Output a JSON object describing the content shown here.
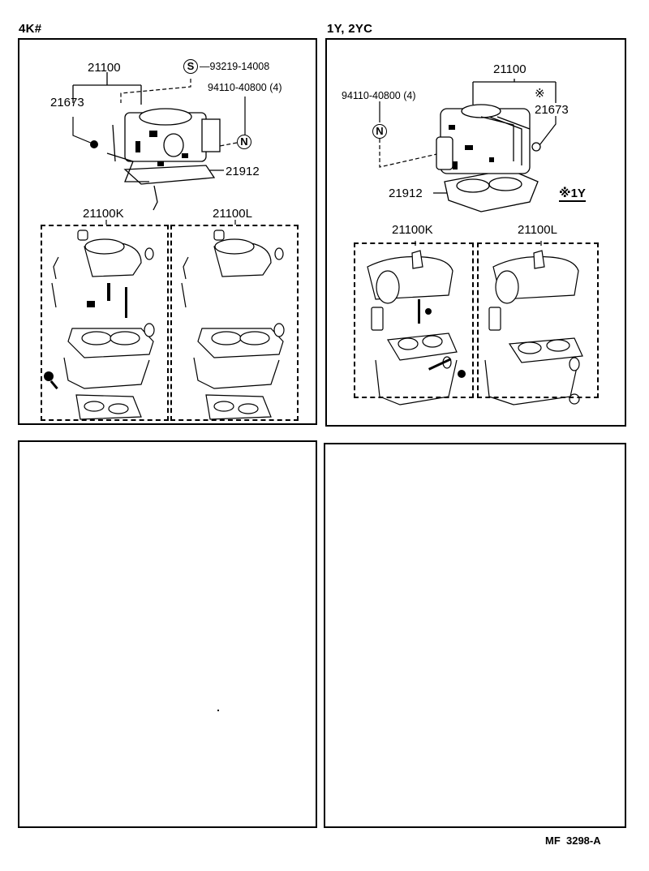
{
  "sections": [
    {
      "title": "4K#",
      "assembly": {
        "part": "21100",
        "sub_parts": [
          {
            "number": "21673"
          },
          {
            "number": "21912"
          }
        ],
        "callouts": [
          {
            "symbol": "S",
            "number": "93219-14008"
          },
          {
            "symbol": "N",
            "number": "94110-40800 (4)"
          }
        ]
      },
      "kits": [
        {
          "number": "21100K"
        },
        {
          "number": "21100L"
        }
      ]
    },
    {
      "title": "1Y, 2YC",
      "assembly": {
        "part": "21100",
        "sub_parts": [
          {
            "number": "21673",
            "mark": "※"
          },
          {
            "number": "21912"
          }
        ],
        "callouts": [
          {
            "symbol": "N",
            "number": "94110-40800 (4)"
          }
        ],
        "note": "※1Y"
      },
      "kits": [
        {
          "number": "21100K"
        },
        {
          "number": "21100L"
        }
      ]
    }
  ],
  "empty_panels": 2,
  "footer": {
    "code": "MF  3298-A"
  }
}
